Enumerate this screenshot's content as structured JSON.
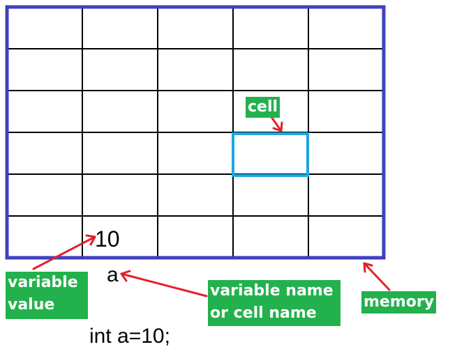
{
  "colors": {
    "memory_border": "#4040c0",
    "grid_line": "#000000",
    "cell_highlight": "#1ea7e1",
    "arrow": "#e3202a",
    "label_bg": "#22b14c",
    "label_text": "#ffffff"
  },
  "grid": {
    "rows": 6,
    "cols": 5,
    "highlight": {
      "row": 3,
      "col": 3
    }
  },
  "labels": {
    "cell": "cell",
    "variable_value": "variable\nvalue",
    "variable_name": "variable name\nor cell name",
    "memory": "memory"
  },
  "text": {
    "value": "10",
    "name": "a",
    "code": "int a=10;"
  }
}
